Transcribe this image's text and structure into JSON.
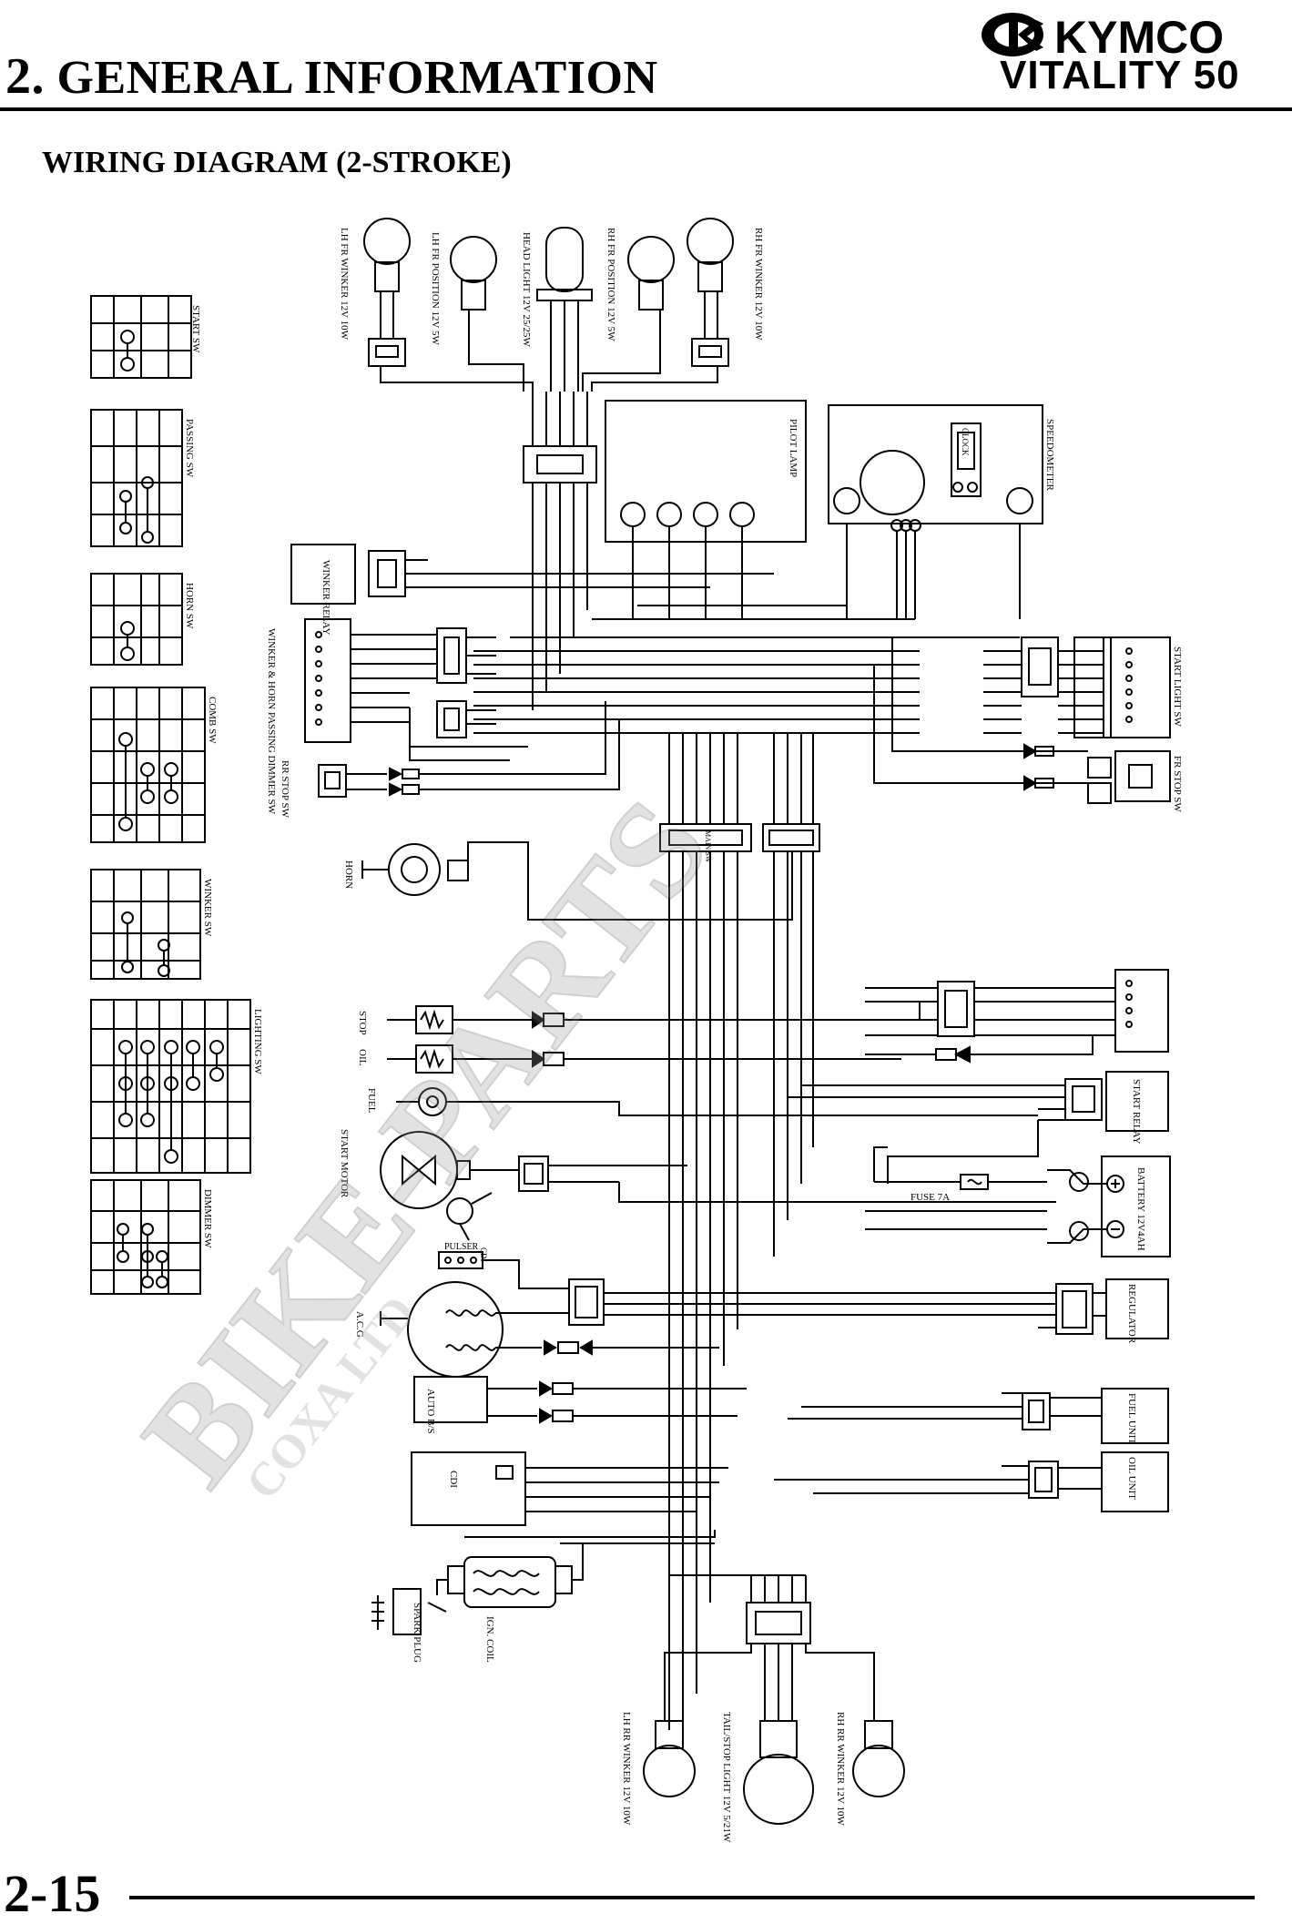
{
  "header": {
    "chapter_number": "2.",
    "chapter_title": " GENERAL INFORMATION",
    "brand": "KYMCO",
    "model": "VITALITY 50"
  },
  "section": {
    "title": "WIRING DIAGRAM (2-STROKE)"
  },
  "watermark": {
    "main": "BIKE-PARTS",
    "sub": "COXA LTD"
  },
  "footer": {
    "page_number": "2-15"
  },
  "diagram": {
    "front_lamps": [
      "LH FR WINKER 12V 10W",
      "LH FR POSITION 12V 5W",
      "HEAD LIGHT 12V 25/25W",
      "RH FR POSITION 12V 5W",
      "RH FR WINKER 12V 10W"
    ],
    "pilot_lamp": "PILOT LAMP",
    "speedometer": "SPEEDOMETER",
    "clock": "CLOCK",
    "winker_relay": "WINKER RELAY",
    "dimmer_switch": "WINKER & HORN PASSING DIMMER SW",
    "start_light_sw": "START LIGHT SW",
    "fr_stop_sw": "FR STOP SW",
    "rr_stop_sw": "RR STOP SW",
    "horn": "HORN",
    "main_sw": "MAIN SW",
    "stop_lamp": "STOP",
    "oil_lamp": "OIL",
    "fuel_gauge": "FUEL",
    "start_relay": "START RELAY",
    "battery": "BATTERY 12V4AH",
    "fuse": "FUSE 7A",
    "start_motor": "START MOTOR",
    "cdi": "CDI",
    "acg": "A.C.G",
    "pulser": "PULSER",
    "regulator": "REGULATOR",
    "auto_bystarter": "AUTO B/S",
    "fuel_unit": "FUEL UNIT",
    "oil_unit": "OIL UNIT",
    "ignition_coil": "IGN. COIL",
    "spark_plug": "SPARK PLUG",
    "rear_lamps": [
      "LH RR WINKER 12V 10W",
      "TAIL/STOP LIGHT 12V 5/21W",
      "RH RR WINKER 12V 10W"
    ],
    "switch_tables": [
      "START SW",
      "PASSING SW",
      "HORN SW",
      "COMB SW",
      "WINKER SW",
      "LIGHTING SW",
      "DIMMER SW"
    ]
  }
}
